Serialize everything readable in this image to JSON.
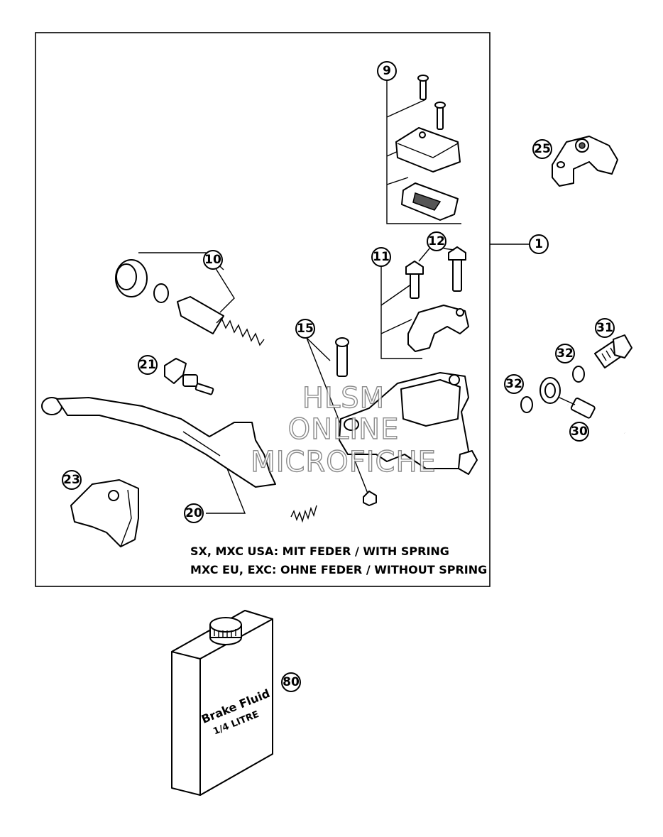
{
  "callouts": {
    "c1": "1",
    "c9": "9",
    "c10": "10",
    "c11": "11",
    "c12": "12",
    "c15": "15",
    "c20": "20",
    "c21": "21",
    "c23": "23",
    "c25": "25",
    "c30": "30",
    "c31": "31",
    "c32a": "32",
    "c32b": "32",
    "c80": "80"
  },
  "notes": {
    "line1": "SX, MXC USA: MIT FEDER / WITH SPRING",
    "line2": "MXC EU, EXC: OHNE FEDER / WITHOUT SPRING"
  },
  "watermark": {
    "line1": "HLSM",
    "line2": "ONLINE",
    "line3": "MICROFICHE"
  },
  "can": {
    "label1": "Brake Fluid",
    "label2": "1/4 LITRE"
  }
}
